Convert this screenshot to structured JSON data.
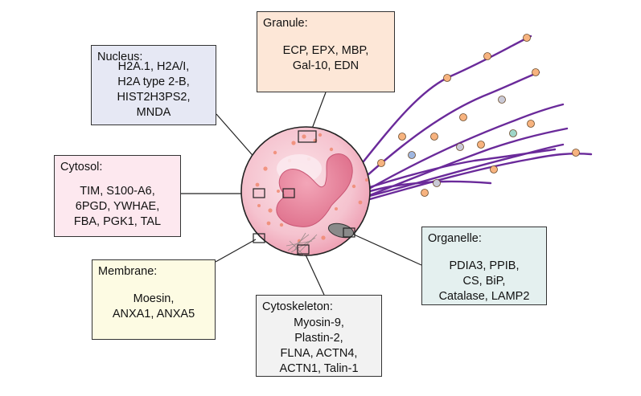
{
  "compartments": {
    "granule": {
      "title": "Granule:",
      "proteins": [
        "ECP, EPX, MBP,",
        "Gal-10, EDN"
      ]
    },
    "nucleus": {
      "title": "Nucleus:",
      "proteins": [
        "H2A.1, H2A/I,",
        "H2A type 2-B,",
        "HIST2H3PS2,",
        "MNDA"
      ]
    },
    "cytosol": {
      "title": "Cytosol:",
      "proteins": [
        "TIM, S100-A6,",
        "6PGD, YWHAE,",
        "FBA, PGK1, TAL"
      ]
    },
    "membrane": {
      "title": "Membrane:",
      "proteins": [
        "Moesin,",
        "ANXA1, ANXA5"
      ]
    },
    "cytoskeleton": {
      "title": "Cytoskeleton:",
      "proteins": [
        "Myosin-9,",
        "Plastin-2,",
        "FLNA, ACTN4,",
        "ACTN1, Talin-1"
      ]
    },
    "organelle": {
      "title": "Organelle:",
      "proteins": [
        "PDIA3, PPIB,",
        "CS, BiP,",
        "Catalase, LAMP2"
      ]
    }
  },
  "colors": {
    "granule_box": "#fde7d7",
    "nucleus_box": "#e6e8f4",
    "cytosol_box": "#fde8ef",
    "membrane_box": "#fdfbe3",
    "cytoskeleton_box": "#f2f2f2",
    "organelle_box": "#e4f0ef",
    "cell_body": "#f6c6d0",
    "nucleus_lobes": "#e57a92",
    "fiber": "#6a2a9a"
  }
}
